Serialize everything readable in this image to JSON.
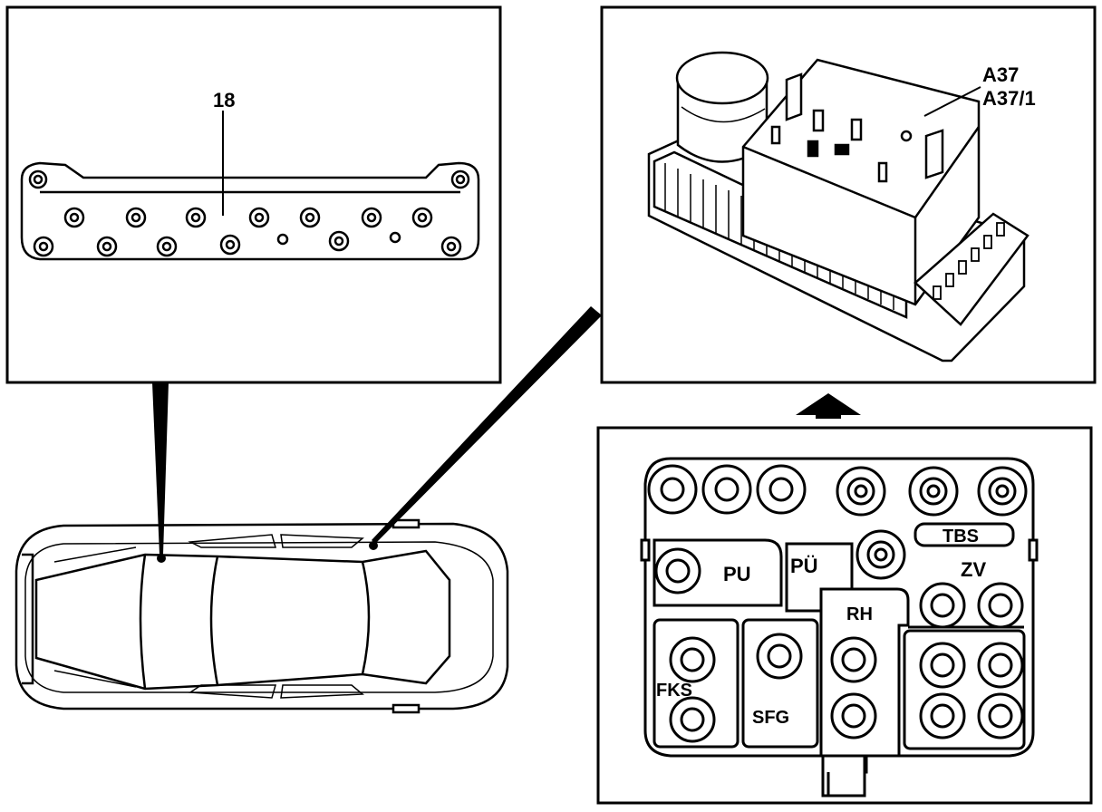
{
  "callouts": {
    "relay_strip": "18",
    "module_line1": "A37",
    "module_line2": "A37/1"
  },
  "fuse_box": {
    "pu": "PU",
    "pue": "PÜ",
    "tbs": "TBS",
    "zv": "ZV",
    "rh": "RH",
    "fks": "FKS",
    "sfg": "SFG"
  },
  "colors": {
    "ink": "#000000",
    "paper": "#ffffff",
    "shade": "#d9d9d9"
  }
}
